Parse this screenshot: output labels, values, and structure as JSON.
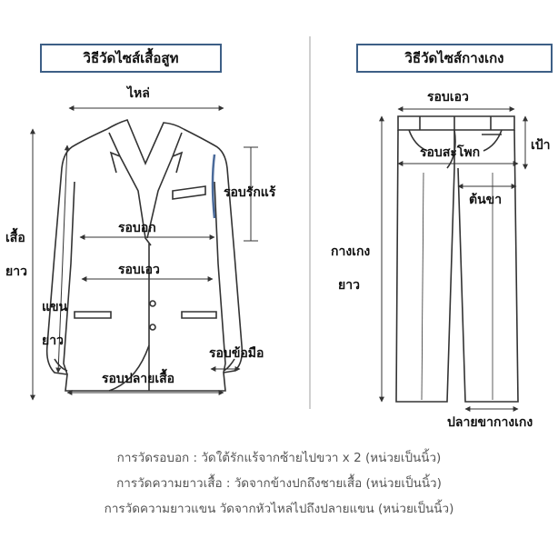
{
  "jacket": {
    "title": "วิธีวัดไซส์เสื้อสูท",
    "labels": {
      "shoulder": "ไหล่",
      "armhole": "รอบรักแร้",
      "chest": "รอบอก",
      "waist": "รอบเอว",
      "length_line1": "เสื้อ",
      "length_line2": "ยาว",
      "sleeve_line1": "แขน",
      "sleeve_line2": "ยาว",
      "wrist": "รอบข้อมือ",
      "hem": "รอบปลายเสื้อ"
    }
  },
  "pants": {
    "title": "วิธีวัดไซส์กางเกง",
    "labels": {
      "waist": "รอบเอว",
      "hip": "รอบสะโพก",
      "rise": "เป้า",
      "thigh": "ต้นขา",
      "length_line1": "กางเกง",
      "length_line2": "ยาว",
      "leg_opening": "ปลายขากางเกง"
    }
  },
  "captions": [
    "การวัดรอบอก : วัดใต้รักแร้จากซ้ายไปขวา x 2 (หน่วยเป็นนิ้ว)",
    "การวัดความยาวเสื้อ : วัดจากข้างปกถึงชายเสื้อ (หน่วยเป็นนิ้ว)",
    "การวัดความยาวแขน   วัดจากหัวไหล่ไปถึงปลายแขน (หน่วยเป็นนิ้ว)"
  ],
  "colors": {
    "title_border": "#3d5f86",
    "line": "#333333",
    "caption": "#555555",
    "armhole_accent": "#4a6a9a"
  }
}
